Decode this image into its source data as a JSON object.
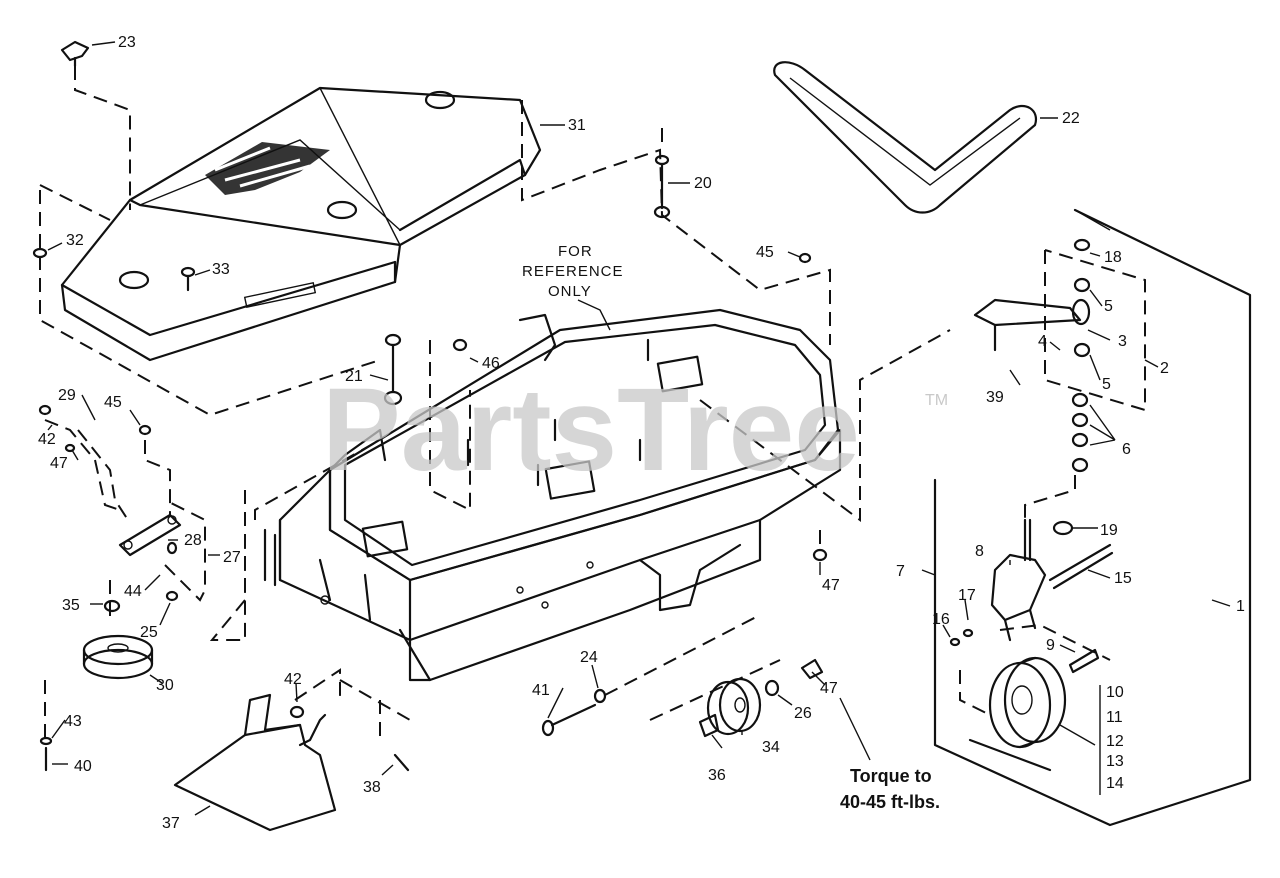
{
  "watermark": {
    "text": "PartsTree",
    "trademark": "TM"
  },
  "reference_note": {
    "line1": "FOR",
    "line2": "REFERENCE",
    "line3": "ONLY"
  },
  "torque_note": {
    "line1": "Torque to",
    "line2": "40-45 ft-lbs."
  },
  "callouts": {
    "c1": "1",
    "c2": "2",
    "c3": "3",
    "c4": "4",
    "c5a": "5",
    "c5b": "5",
    "c6": "6",
    "c7": "7",
    "c8": "8",
    "c9": "9",
    "c10": "10",
    "c11": "11",
    "c12": "12",
    "c13": "13",
    "c14": "14",
    "c15": "15",
    "c16": "16",
    "c17": "17",
    "c18": "18",
    "c19": "19",
    "c20": "20",
    "c21": "21",
    "c22": "22",
    "c23": "23",
    "c24": "24",
    "c25": "25",
    "c26": "26",
    "c27": "27",
    "c28": "28",
    "c29": "29",
    "c30": "30",
    "c31": "31",
    "c32": "32",
    "c33": "33",
    "c34": "34",
    "c35": "35",
    "c36": "36",
    "c37": "37",
    "c38": "38",
    "c39": "39",
    "c40": "40",
    "c41": "41",
    "c42a": "42",
    "c42b": "42",
    "c43": "43",
    "c44": "44",
    "c45a": "45",
    "c45b": "45",
    "c46": "46",
    "c47a": "47",
    "c47b": "47",
    "c47c": "47"
  },
  "colors": {
    "ink": "#111111",
    "background": "#ffffff",
    "watermark": "#c9c9c9"
  }
}
